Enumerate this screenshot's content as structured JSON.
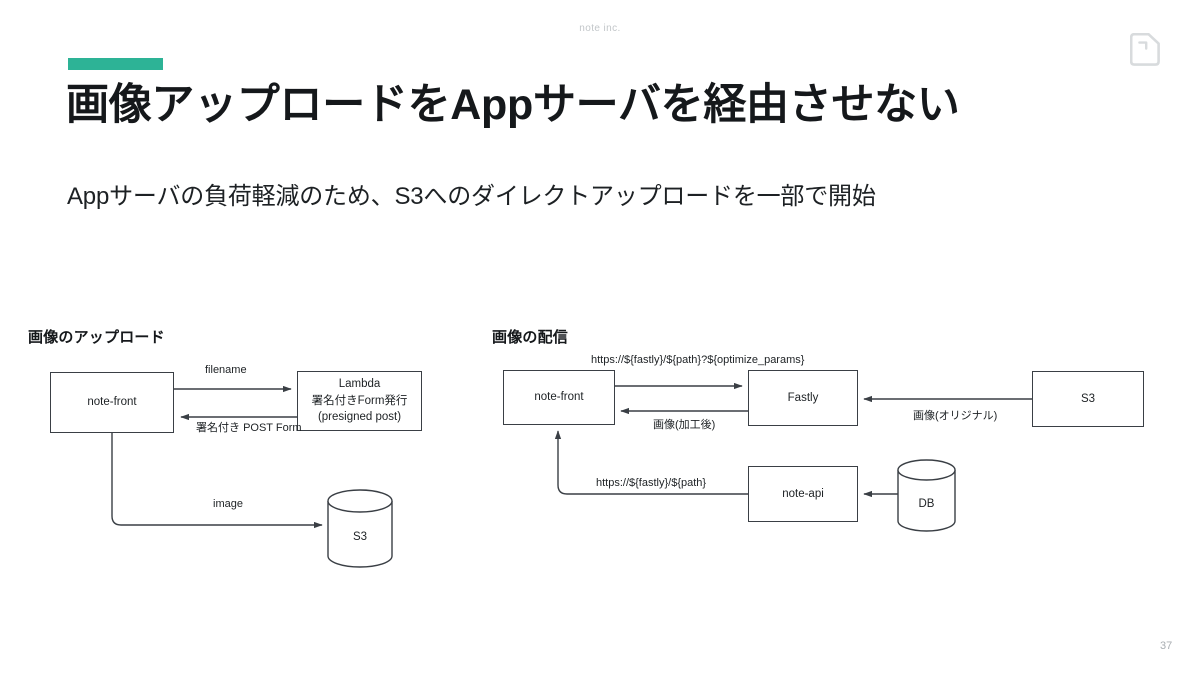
{
  "header": {
    "brand": "note inc.",
    "logo_icon": "note-logo-icon"
  },
  "title": "画像アップロードをAppサーバを経由させない",
  "subtitle": "Appサーバの負荷軽減のため、S3へのダイレクトアップロードを一部で開始",
  "accent_color": "#2db396",
  "footer": {
    "page_number": "37"
  },
  "diagrams": [
    {
      "heading": "画像のアップロード",
      "nodes": [
        {
          "id": "upload-note-front",
          "label": "note-front",
          "shape": "box"
        },
        {
          "id": "upload-lambda",
          "label_lines": [
            "Lambda",
            "署名付きForm発行",
            "(presigned post)"
          ],
          "shape": "box"
        },
        {
          "id": "upload-s3",
          "label": "S3",
          "shape": "cylinder"
        }
      ],
      "edges": [
        {
          "id": "edge-filename",
          "label": "filename",
          "from": "upload-note-front",
          "to": "upload-lambda"
        },
        {
          "id": "edge-signed-post-form",
          "label_lines": [
            "署名付き",
            "POST Form"
          ],
          "from": "upload-lambda",
          "to": "upload-note-front"
        },
        {
          "id": "edge-image",
          "label": "image",
          "from": "upload-note-front",
          "to": "upload-s3"
        }
      ]
    },
    {
      "heading": "画像の配信",
      "nodes": [
        {
          "id": "deliver-note-front",
          "label": "note-front",
          "shape": "box"
        },
        {
          "id": "deliver-fastly",
          "label": "Fastly",
          "shape": "box"
        },
        {
          "id": "deliver-s3",
          "label": "S3",
          "shape": "box"
        },
        {
          "id": "deliver-note-api",
          "label": "note-api",
          "shape": "box"
        },
        {
          "id": "deliver-db",
          "label": "DB",
          "shape": "cylinder"
        }
      ],
      "edges": [
        {
          "id": "edge-fastly-url-optimized",
          "label": "https://${fastly}/${path}?${optimize_params}",
          "from": "deliver-note-front",
          "to": "deliver-fastly"
        },
        {
          "id": "edge-image-processed",
          "label": "画像(加工後)",
          "from": "deliver-fastly",
          "to": "deliver-note-front"
        },
        {
          "id": "edge-image-original",
          "label": "画像(オリジナル)",
          "from": "deliver-s3",
          "to": "deliver-fastly"
        },
        {
          "id": "edge-fastly-url-plain",
          "label": "https://${fastly}/${path}",
          "from": "deliver-note-api",
          "to": "deliver-note-front"
        },
        {
          "id": "edge-db-to-api",
          "label": "",
          "from": "deliver-db",
          "to": "deliver-note-api"
        }
      ]
    }
  ]
}
